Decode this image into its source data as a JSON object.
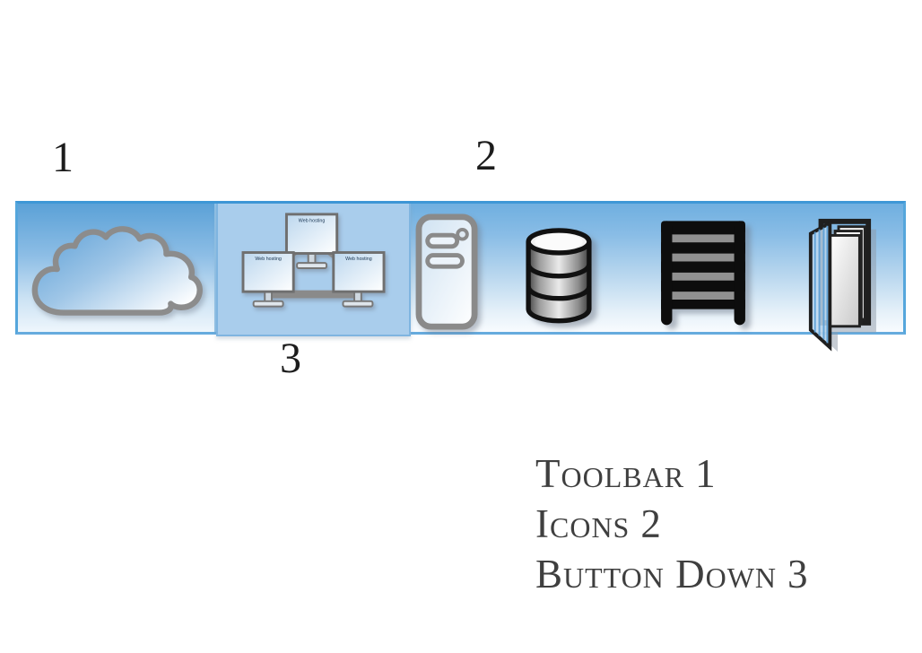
{
  "callouts": {
    "one": "1",
    "two": "2",
    "three": "3"
  },
  "toolbar": {
    "buttons": {
      "cloud": {
        "icon": "cloud-icon",
        "state": "normal"
      },
      "web_hosting": {
        "icon": "network-monitors-icon",
        "state": "pressed",
        "monitor_label": "Web hosting"
      },
      "tower": {
        "icon": "computer-tower-icon",
        "state": "normal"
      },
      "database": {
        "icon": "database-icon",
        "state": "normal"
      },
      "rack": {
        "icon": "server-rack-icon",
        "state": "normal"
      },
      "door": {
        "icon": "open-door-icon",
        "state": "normal"
      }
    }
  },
  "legend": {
    "items": [
      {
        "label": "Toolbar",
        "number": "1"
      },
      {
        "label": "Icons",
        "number": "2"
      },
      {
        "label": "Button Down",
        "number": "3"
      }
    ]
  },
  "colors": {
    "page_background": "#ffffff",
    "toolbar_border": "#3e97d6",
    "toolbar_gradient_top": "#6fafe0",
    "toolbar_gradient_bottom": "#f8fbfe",
    "pressed_button_bg": "#a9cdec",
    "cloud_fill": "#5b9fd6",
    "legend_text": "#3f3f3f"
  }
}
